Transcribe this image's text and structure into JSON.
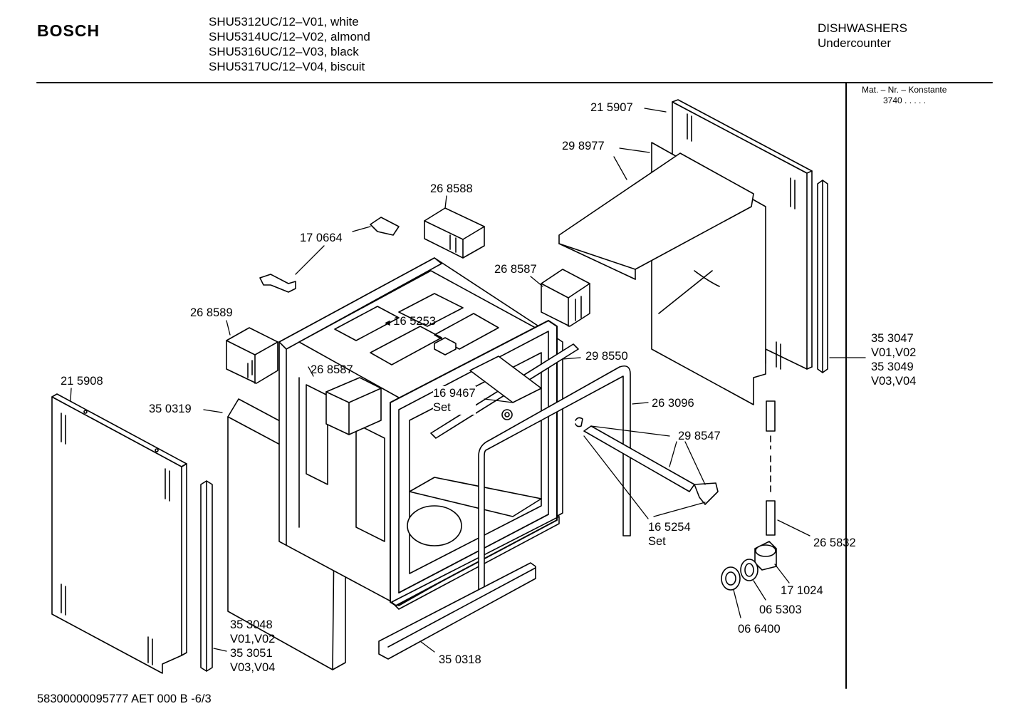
{
  "header": {
    "brand": "BOSCH",
    "models": [
      "SHU5312UC/12–V01, white",
      "SHU5314UC/12–V02, almond",
      "SHU5316UC/12–V03, black",
      "SHU5317UC/12–V04, biscuit"
    ],
    "category": "DISHWASHERS",
    "subcategory": "Undercounter"
  },
  "sidebar": {
    "mat_label": "Mat. – Nr. – Konstante",
    "mat_value": "3740  .  .  .  .  ."
  },
  "parts": [
    {
      "id": "215907",
      "lines": [
        "21 5907"
      ]
    },
    {
      "id": "298977",
      "lines": [
        "29 8977"
      ]
    },
    {
      "id": "268588",
      "lines": [
        "26 8588"
      ]
    },
    {
      "id": "170664",
      "lines": [
        "17 0664"
      ]
    },
    {
      "id": "268587a",
      "lines": [
        "26 8587"
      ]
    },
    {
      "id": "268589",
      "lines": [
        "26 8589"
      ]
    },
    {
      "id": "165253",
      "lines": [
        "16 5253"
      ]
    },
    {
      "id": "298550",
      "lines": [
        "29 8550"
      ]
    },
    {
      "id": "268587b",
      "lines": [
        "26 8587"
      ]
    },
    {
      "id": "169467",
      "lines": [
        "16 9467",
        "Set"
      ]
    },
    {
      "id": "263096",
      "lines": [
        "26 3096"
      ]
    },
    {
      "id": "215908",
      "lines": [
        "21 5908"
      ]
    },
    {
      "id": "350319",
      "lines": [
        "35 0319"
      ]
    },
    {
      "id": "298547",
      "lines": [
        "29 8547"
      ]
    },
    {
      "id": "353047",
      "lines": [
        "35 3047",
        "V01,V02",
        "35 3049",
        "V03,V04"
      ]
    },
    {
      "id": "165254",
      "lines": [
        "16 5254",
        "Set"
      ]
    },
    {
      "id": "265832",
      "lines": [
        "26 5832"
      ]
    },
    {
      "id": "171024",
      "lines": [
        "17 1024"
      ]
    },
    {
      "id": "065303",
      "lines": [
        "06 5303"
      ]
    },
    {
      "id": "066400",
      "lines": [
        "06 6400"
      ]
    },
    {
      "id": "353048",
      "lines": [
        "35 3048",
        "V01,V02",
        "35 3051",
        "V03,V04"
      ]
    },
    {
      "id": "350318",
      "lines": [
        "35 0318"
      ]
    }
  ],
  "footer": {
    "code": "58300000095777 AET 000 B  -6/3"
  }
}
